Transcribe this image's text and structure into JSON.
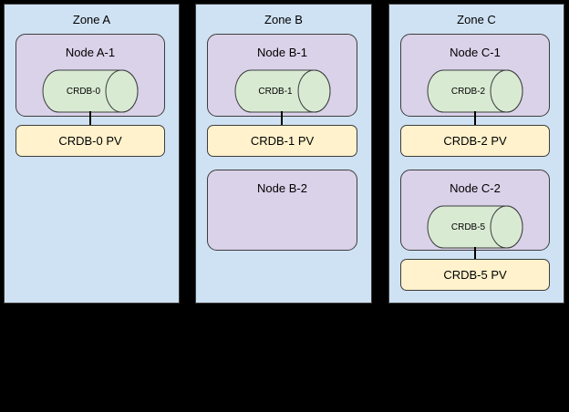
{
  "diagram": {
    "background_color": "#000000",
    "zone_fill": "#cfe2f3",
    "node_fill": "#d9d2e9",
    "database_fill": "#d9ead3",
    "pv_fill": "#fff2cc",
    "border_color": "#3d3d3d",
    "connector_color": "#000000"
  },
  "zones": [
    {
      "title": "Zone A",
      "nodes": [
        {
          "label": "Node A-1",
          "db": "CRDB-0",
          "pv": "CRDB-0 PV"
        }
      ]
    },
    {
      "title": "Zone B",
      "nodes": [
        {
          "label": "Node B-1",
          "db": "CRDB-1",
          "pv": "CRDB-1 PV"
        },
        {
          "label": "Node B-2"
        }
      ]
    },
    {
      "title": "Zone C",
      "nodes": [
        {
          "label": "Node C-1",
          "db": "CRDB-2",
          "pv": "CRDB-2 PV"
        },
        {
          "label": "Node C-2",
          "db": "CRDB-5",
          "pv": "CRDB-5 PV"
        }
      ]
    }
  ]
}
